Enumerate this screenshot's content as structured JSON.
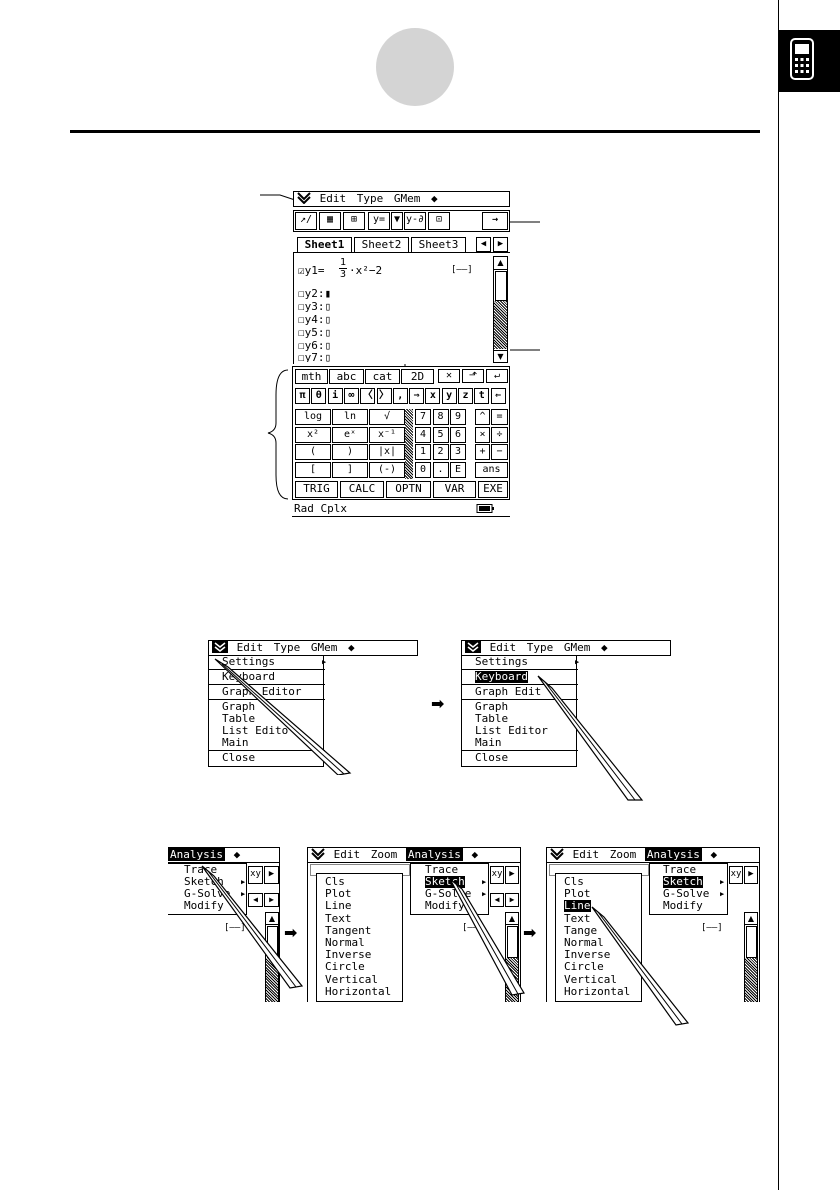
{
  "screen": {
    "menubar": {
      "logo": "menu-logo",
      "items": [
        "Edit",
        "Type",
        "GMem",
        "◆"
      ]
    },
    "toolbar": {
      "buttons": [
        "↗/",
        "▦",
        "⊞",
        "y=",
        "▼",
        "y-∂",
        "⊡",
        "→"
      ]
    },
    "sheets": [
      "Sheet1",
      "Sheet2",
      "Sheet3"
    ],
    "equations": [
      {
        "label": "y1=",
        "checked": true,
        "expr": "·x²−2",
        "frac_num": "1",
        "frac_den": "3",
        "range": "[——]"
      },
      {
        "label": "y2:",
        "checked": false,
        "expr": "▮"
      },
      {
        "label": "y3:",
        "checked": false,
        "expr": "▯"
      },
      {
        "label": "y4:",
        "checked": false,
        "expr": "▯"
      },
      {
        "label": "y5:",
        "checked": false,
        "expr": "▯"
      },
      {
        "label": "y6:",
        "checked": false,
        "expr": "▯"
      },
      {
        "label": "y7:",
        "checked": false,
        "expr": "▯"
      }
    ],
    "keyboard": {
      "tabs": [
        "mth",
        "abc",
        "cat",
        "2D"
      ],
      "edit_keys": [
        "✕",
        "⬏",
        "↵"
      ],
      "symbols": [
        "π",
        "θ",
        "i",
        "∞",
        "〈",
        "〉",
        ",",
        "⇒",
        "x",
        "y",
        "z",
        "t",
        "⇐"
      ],
      "left_keys": [
        [
          "log",
          "ln",
          "√"
        ],
        [
          "x²",
          "eˣ",
          "x⁻¹"
        ],
        [
          "(",
          ")",
          "|x|"
        ],
        [
          "[",
          "]",
          "(-)"
        ]
      ],
      "num_keys": [
        [
          "7",
          "8",
          "9",
          "^",
          "="
        ],
        [
          "4",
          "5",
          "6",
          "×",
          "÷"
        ],
        [
          "1",
          "2",
          "3",
          "+",
          "−"
        ],
        [
          "0",
          ".",
          "E",
          "ans",
          ""
        ]
      ],
      "bottom_keys": [
        "TRIG",
        "CALC",
        "OPTN",
        "VAR",
        "EXE"
      ]
    },
    "status": {
      "left": "Rad  Cplx",
      "battery": "battery-icon"
    }
  },
  "menu_demo": {
    "bar": [
      "Edit",
      "Type",
      "GMem",
      "◆"
    ],
    "items": [
      "Settings",
      "Keyboard",
      "Graph Editor",
      "Graph",
      "Table",
      "List Editor",
      "Main",
      "Close"
    ],
    "left_visible": [
      "Settings",
      "Keyboard",
      "Graph Editor",
      "Graph",
      "Table",
      "List Edito",
      "Main",
      "Close"
    ],
    "right_visible": [
      "Settings",
      "Keyboard",
      "Graph Edit",
      "Graph",
      "Table",
      "List Editor",
      "Main",
      "Close"
    ],
    "highlight": "Keyboard"
  },
  "analysis_demo": {
    "bar_items": [
      "Edit",
      "Zoom",
      "Analysis",
      "◆"
    ],
    "analysis_items": [
      "Trace",
      "Sketch",
      "G-Solve",
      "Modify"
    ],
    "analysis_left": [
      "Trace",
      "Sketch",
      "G-Solve",
      "Modify"
    ],
    "analysis_mid": [
      "Trace",
      "Sketch",
      "G-Solve",
      "Modify"
    ],
    "sketch_items": [
      "Cls",
      "Plot",
      "Line",
      "Text",
      "Tangent",
      "Normal",
      "Inverse",
      "Circle",
      "Vertical",
      "Horizontal"
    ],
    "sketch_right": [
      "Cls",
      "Plot",
      "Line",
      "Text",
      "Tange",
      "Normal",
      "Inverse",
      "Circle",
      "Vertical",
      "Horizontal"
    ],
    "range_label": "[——]",
    "selected_sketch": "Line"
  },
  "colors": {
    "highlight": "#000000",
    "circle": "#d4d4d4"
  }
}
